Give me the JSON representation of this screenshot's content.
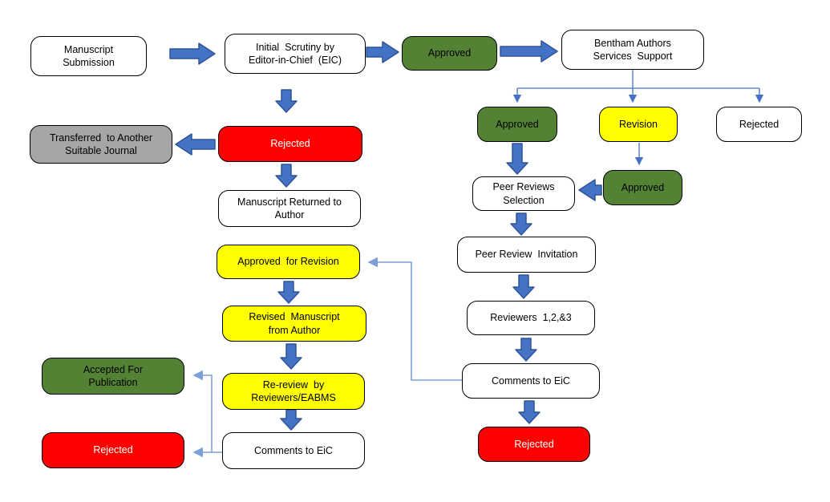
{
  "diagram": {
    "colors": {
      "approved_green": "#548235",
      "rejected_red": "#FF0000",
      "revision_yellow": "#FFFF00",
      "transferred_gray": "#A6A6A6",
      "block_arrow_fill": "#4472C4",
      "block_arrow_border": "#2F5597",
      "connector_blue": "#4472C4",
      "connector_light_blue": "#7C9FD9"
    },
    "nodes": [
      {
        "id": "manuscript-submission",
        "label": "Manuscript\nSubmission",
        "color": "white"
      },
      {
        "id": "initial-scrutiny",
        "label": "Initial  Scrutiny by\nEditor-in-Chief  (EIC)",
        "color": "white"
      },
      {
        "id": "approved-eic",
        "label": "Approved",
        "color": "green"
      },
      {
        "id": "bentham-support",
        "label": "Bentham Authors\nServices  Support",
        "color": "white"
      },
      {
        "id": "approved-bas",
        "label": "Approved",
        "color": "green"
      },
      {
        "id": "revision",
        "label": "Revision",
        "color": "yellow"
      },
      {
        "id": "rejected-bas",
        "label": "Rejected",
        "color": "white"
      },
      {
        "id": "peer-reviews-selection",
        "label": "Peer Reviews\nSelection",
        "color": "white"
      },
      {
        "id": "approved-after-revision",
        "label": "Approved",
        "color": "green"
      },
      {
        "id": "peer-review-invitation",
        "label": "Peer Review  Invitation",
        "color": "white"
      },
      {
        "id": "reviewers",
        "label": "Reviewers  1,2,&3",
        "color": "white"
      },
      {
        "id": "comments-to-eic-right",
        "label": "Comments to EiC",
        "color": "white"
      },
      {
        "id": "rejected-final-right",
        "label": "Rejected",
        "color": "red"
      },
      {
        "id": "rejected-eic",
        "label": "Rejected",
        "color": "red"
      },
      {
        "id": "transferred-journal",
        "label": "Transferred  to Another\nSuitable Journal",
        "color": "gray"
      },
      {
        "id": "manuscript-returned",
        "label": "Manuscript Returned to\nAuthor",
        "color": "white"
      },
      {
        "id": "approved-for-revision",
        "label": "Approved  for Revision",
        "color": "yellow"
      },
      {
        "id": "revised-manuscript",
        "label": "Revised  Manuscript\nfrom Author",
        "color": "yellow"
      },
      {
        "id": "re-review",
        "label": "Re-review  by\nReviewers/EABMS",
        "color": "yellow"
      },
      {
        "id": "comments-to-eic-left",
        "label": "Comments to EiC",
        "color": "white"
      },
      {
        "id": "accepted-publication",
        "label": "Accepted For\nPublication",
        "color": "green"
      },
      {
        "id": "rejected-final-left",
        "label": "Rejected",
        "color": "red"
      }
    ]
  }
}
